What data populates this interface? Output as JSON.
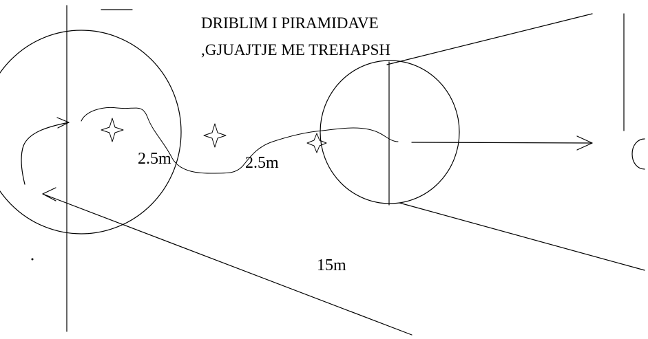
{
  "diagram": {
    "title_line_1": "DRIBLIM I PIRAMIDAVE",
    "title_line_2": ",GJUAJTJE ME TREHAPSH",
    "distance_cone_1": "2.5m",
    "distance_cone_2": "2.5m",
    "distance_total": "15m"
  }
}
